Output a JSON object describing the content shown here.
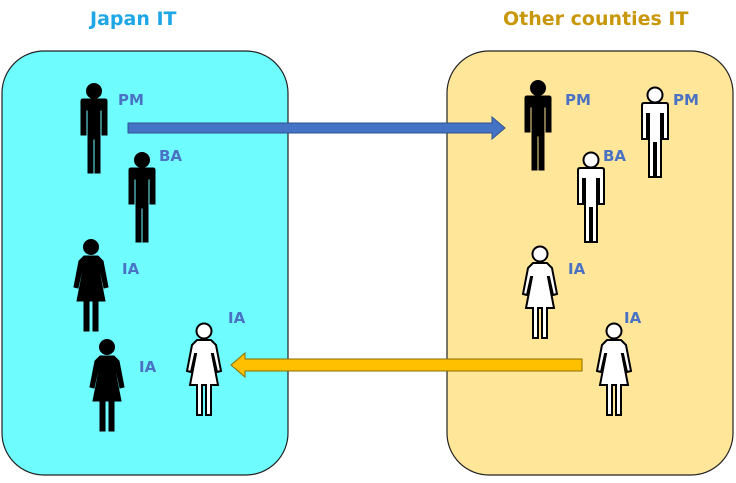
{
  "colors": {
    "japan_title": "#1ea6e6",
    "japan_box_fill": "#6ffcff",
    "other_title": "#c8970a",
    "other_box_fill": "#ffe699",
    "role_label": "#4a72c4",
    "arrow_blue": "#4472c4",
    "arrow_orange": "#ffc000"
  },
  "japan": {
    "title": "Japan IT",
    "people": [
      {
        "role": "PM",
        "figure": "man",
        "style": "filled"
      },
      {
        "role": "BA",
        "figure": "man",
        "style": "filled"
      },
      {
        "role": "IA",
        "figure": "woman",
        "style": "filled"
      },
      {
        "role": "IA",
        "figure": "woman",
        "style": "filled"
      },
      {
        "role": "IA",
        "figure": "woman",
        "style": "outline"
      }
    ]
  },
  "other": {
    "title": "Other counties IT",
    "people": [
      {
        "role": "PM",
        "figure": "man",
        "style": "filled"
      },
      {
        "role": "PM",
        "figure": "man",
        "style": "outline"
      },
      {
        "role": "BA",
        "figure": "man",
        "style": "outline"
      },
      {
        "role": "IA",
        "figure": "woman",
        "style": "outline"
      },
      {
        "role": "IA",
        "figure": "woman",
        "style": "outline"
      }
    ]
  },
  "arrows": [
    {
      "from": "japan",
      "to": "other",
      "color": "blue"
    },
    {
      "from": "other",
      "to": "japan",
      "color": "orange"
    }
  ]
}
